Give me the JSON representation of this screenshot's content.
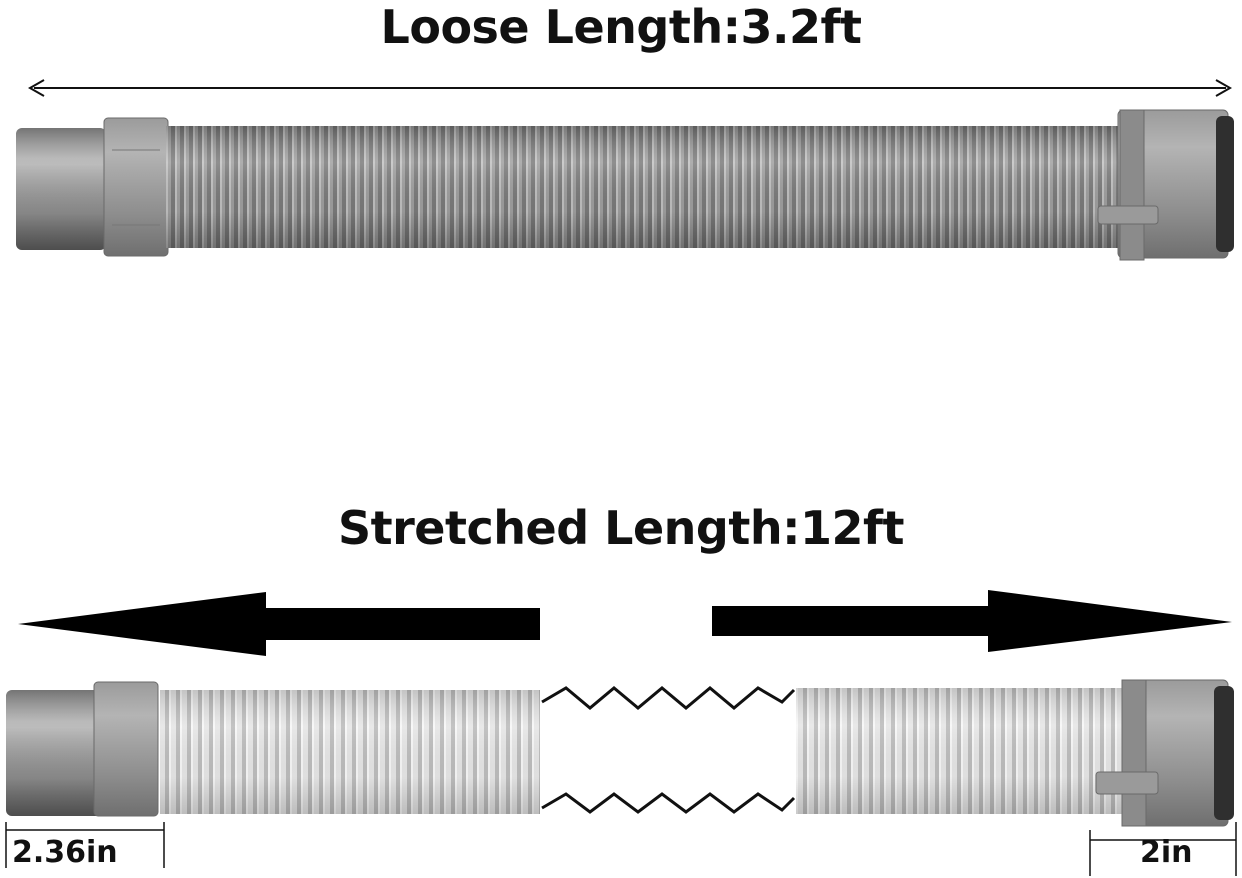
{
  "loose": {
    "title": "Loose Length:3.2ft"
  },
  "stretched": {
    "title": "Stretched Length:12ft"
  },
  "dimensions": {
    "left_end": "2.36in",
    "right_end": "2in"
  },
  "colors": {
    "hose_dark": "#8f8f8f",
    "hose_light": "#d9d9d9",
    "connector": "#8a8a8a",
    "arrow": "#000000",
    "text": "#111111"
  }
}
